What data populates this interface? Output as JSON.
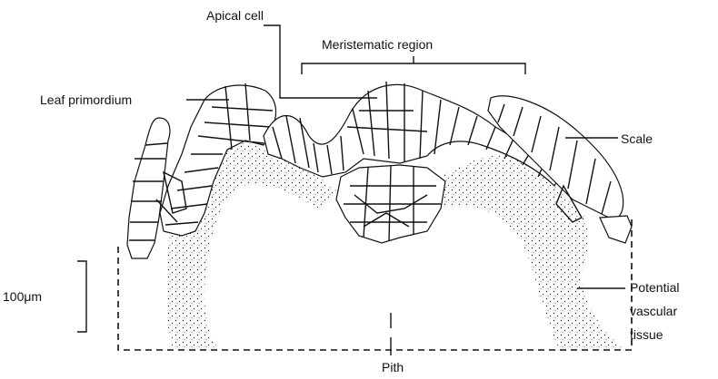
{
  "labels": {
    "apical_cell": "Apical cell",
    "meristematic_region": "Meristematic region",
    "leaf_primordium": "Leaf primordium",
    "scale": "Scale",
    "scale_bar": "100μm",
    "potential_vascular_1": "Potential",
    "potential_vascular_2": "vascular",
    "potential_vascular_3": "tissue",
    "pith": "Pith"
  }
}
